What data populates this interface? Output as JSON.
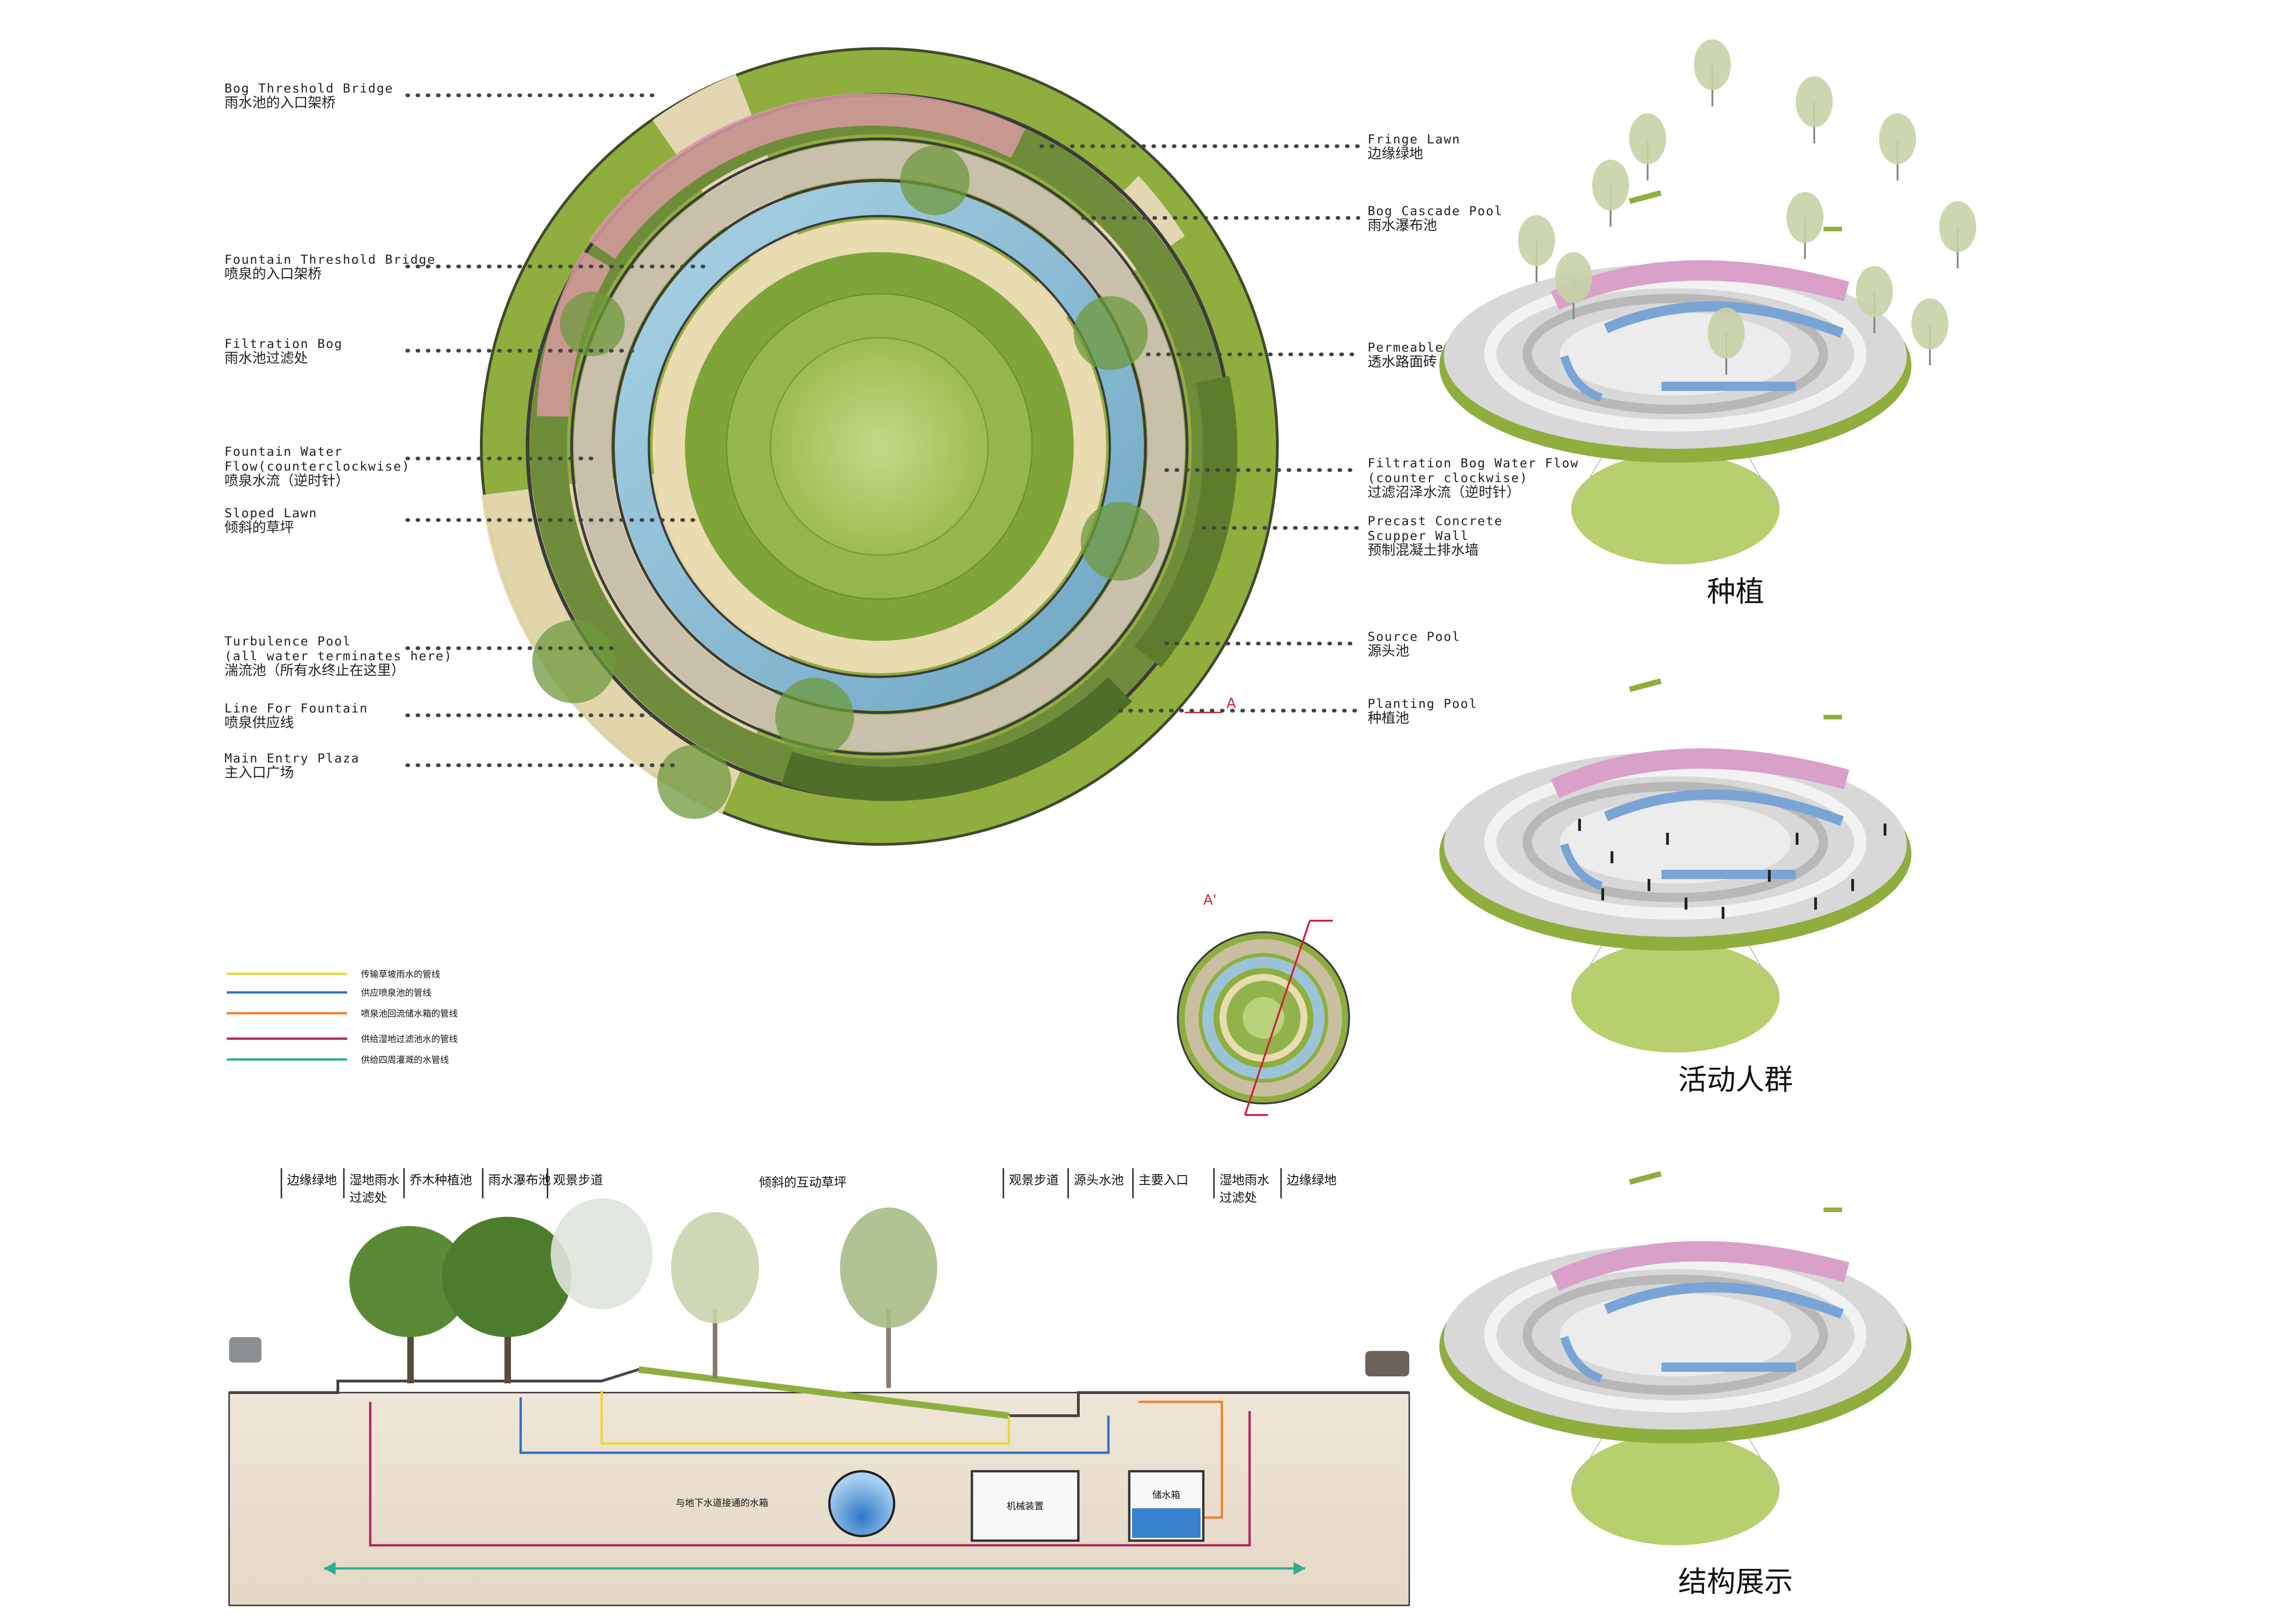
{
  "plan_labels_left": [
    {
      "en": "Bog Threshold Bridge",
      "cn": "雨水池的入口架桥"
    },
    {
      "en": "Fountain Threshold Bridge",
      "cn": "喷泉的入口架桥"
    },
    {
      "en": "Filtration Bog",
      "cn": "雨水池过滤处"
    },
    {
      "en": "Fountain Water",
      "en2": "Flow(counterclockwise)",
      "cn": "喷泉水流（逆时针）"
    },
    {
      "en": "Sloped Lawn",
      "cn": "倾斜的草坪"
    },
    {
      "en": "Turbulence Pool",
      "en2": "(all water terminates here)",
      "cn": "湍流池（所有水终止在这里）"
    },
    {
      "en": "Line For Fountain",
      "cn": "喷泉供应线"
    },
    {
      "en": "Main Entry Plaza",
      "cn": "主入口广场"
    }
  ],
  "plan_labels_right": [
    {
      "en": "Fringe Lawn",
      "cn": "边缘绿地"
    },
    {
      "en": "Bog Cascade Pool",
      "cn": "雨水瀑布池"
    },
    {
      "en": "Permeable Pavers",
      "cn": "透水路面砖"
    },
    {
      "en": "Filtration Bog Water Flow",
      "en2": "(counter clockwise)",
      "cn": "过滤沼泽水流（逆时针）"
    },
    {
      "en": "Precast Concrete",
      "en2": "Scupper Wall",
      "cn": "预制混凝土排水墙"
    },
    {
      "en": "Source Pool",
      "cn": "源头池"
    },
    {
      "en": "Planting Pool",
      "cn": "种植池"
    }
  ],
  "section_marks": {
    "a": "A",
    "a_prime": "A'"
  },
  "legend": [
    {
      "label": "传输草坡雨水的管线",
      "color": "#e8d83a"
    },
    {
      "label": "供应喷泉池的管线",
      "color": "#2f6fc0"
    },
    {
      "label": "喷泉池回流储水箱的管线",
      "color": "#f0822a"
    },
    {
      "label": "供给湿地过滤池水的管线",
      "color": "#b0245a"
    },
    {
      "label": "供给四周灌溉的水管线",
      "color": "#2fae8a"
    }
  ],
  "section_headers_left": [
    "边缘绿地",
    "湿地雨水",
    "乔木种植池",
    "雨水瀑布池",
    "观景步道"
  ],
  "section_header_left_sub": "过滤处",
  "section_header_center": "倾斜的互动草坪",
  "section_headers_right": [
    "观景步道",
    "源头水池",
    "主要入口",
    "湿地雨水",
    "边缘绿地"
  ],
  "section_header_right_sub": "过滤处",
  "section_boxes": {
    "tank": "与地下水道接通的水箱",
    "machine": "机械装置",
    "storage": "储水箱"
  },
  "axo_captions": [
    "种植",
    "活动人群",
    "结构展示"
  ],
  "colors": {
    "lawn": "#8fae3e",
    "lawn_light": "#b7cf6c",
    "water": "#8fc0d8",
    "paver": "#d8c9a0",
    "pink": "#d9a0c8",
    "blue_strip": "#7aa4d6"
  }
}
